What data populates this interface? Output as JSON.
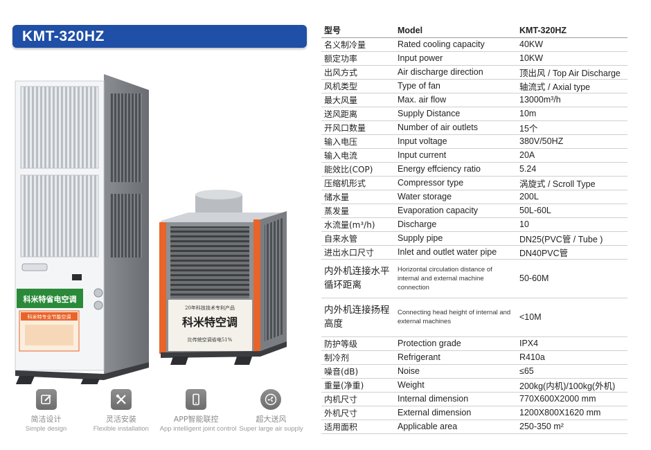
{
  "model_title": "KMT-320HZ",
  "product": {
    "indoor_panel_text": "科米特省电空调",
    "indoor_sticker_text": "科米特专业节能空调",
    "outdoor_top_text": "20年科技技术专利产品",
    "outdoor_brand_text": "科米特空调",
    "outdoor_bottom_text": "比传统空调省电51%"
  },
  "features": [
    {
      "icon": "pencil-square-icon",
      "cn": "简洁设计",
      "en": "Simple design"
    },
    {
      "icon": "tools-icon",
      "cn": "灵活安装",
      "en": "Flexible installation"
    },
    {
      "icon": "smartphone-icon",
      "cn": "APP智能联控",
      "en": "App intelligent joint control"
    },
    {
      "icon": "fan-icon",
      "cn": "超大送风",
      "en": "Super large air supply"
    }
  ],
  "colors": {
    "banner": "#1f4fa6",
    "accent_orange": "#e8642a",
    "panel_green": "#2a8a3a",
    "unit_gray": "#7d7f82"
  },
  "spec_header": {
    "cn": "型号",
    "en": "Model",
    "value": "KMT-320HZ"
  },
  "specs": [
    {
      "cn": "名义制冷量",
      "en": "Rated cooling capacity",
      "value": "40KW"
    },
    {
      "cn": "额定功率",
      "en": "Input power",
      "value": "10KW"
    },
    {
      "cn": "出风方式",
      "en": "Air discharge direction",
      "value": "顶出风 / Top Air Discharge"
    },
    {
      "cn": "风机类型",
      "en": "Type of fan",
      "value": "轴流式 / Axial type"
    },
    {
      "cn": "最大风量",
      "en": "Max. air flow",
      "value": "13000m³/h"
    },
    {
      "cn": "送风距离",
      "en": "Supply Distance",
      "value": "10m"
    },
    {
      "cn": "开风口数量",
      "en": "Number of air outlets",
      "value": "15个"
    },
    {
      "cn": "输入电压",
      "en": "Input voltage",
      "value": "380V/50HZ"
    },
    {
      "cn": "输入电流",
      "en": "Input current",
      "value": "20A"
    },
    {
      "cn": "能效比(COP)",
      "en": "Energy effciency ratio",
      "value": "5.24"
    },
    {
      "cn": "压缩机形式",
      "en": "Compressor type",
      "value": "涡旋式 / Scroll Type"
    },
    {
      "cn": "储水量",
      "en": "Water storage",
      "value": "200L"
    },
    {
      "cn": "蒸发量",
      "en": "Evaporation capacity",
      "value": "50L-60L"
    },
    {
      "cn": "水流量(m³/h)",
      "en": "Discharge",
      "value": "10"
    },
    {
      "cn": "自来水管",
      "en": "Supply pipe",
      "value": "DN25(PVC管 / Tube )"
    },
    {
      "cn": "进出水口尺寸",
      "en": "Inlet and outlet water pipe",
      "value": "DN40PVC管"
    }
  ],
  "specs_tall": [
    {
      "cn": "内外机连接水平循环距离",
      "en": "Horizontal circulation distance of internal and external machine connection",
      "value": "50-60M"
    },
    {
      "cn": "内外机连接扬程高度",
      "en": "Connecting head height of internal and external machines",
      "value": "<10M"
    }
  ],
  "specs_tail": [
    {
      "cn": "防护等级",
      "en": "Protection grade",
      "value": "IPX4"
    },
    {
      "cn": "制冷剂",
      "en": "Refrigerant",
      "value": "R410a"
    },
    {
      "cn": "噪音(dB)",
      "en": "Noise",
      "value": "≤65"
    },
    {
      "cn": "重量(净重)",
      "en": "Weight",
      "value": "200kg(内机)/100kg(外机)"
    },
    {
      "cn": "内机尺寸",
      "en": "Internal dimension",
      "value": "770X600X2000 mm"
    },
    {
      "cn": "外机尺寸",
      "en": "External dimension",
      "value": "1200X800X1620 mm"
    },
    {
      "cn": "适用面积",
      "en": "Applicable area",
      "value": "250-350 m²"
    }
  ]
}
